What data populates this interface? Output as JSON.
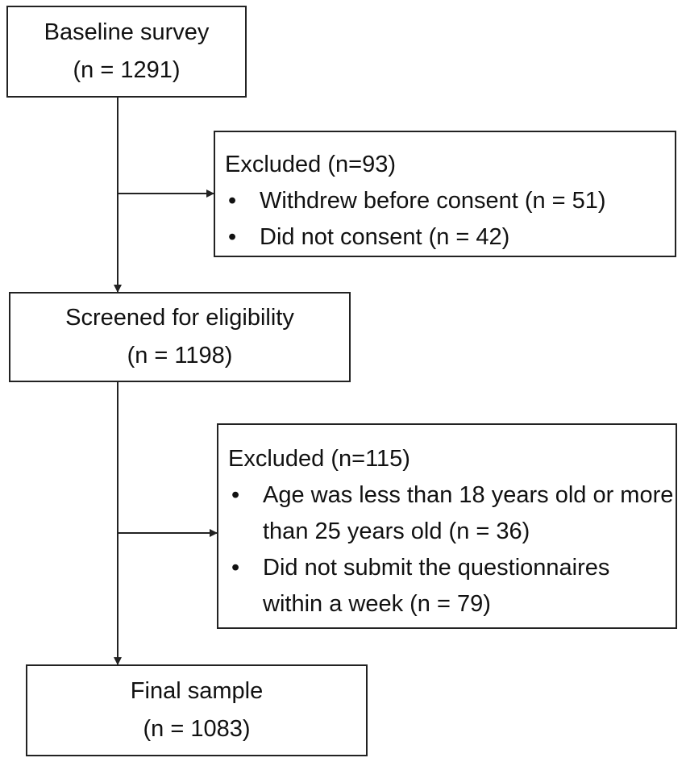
{
  "boxes": {
    "baseline": {
      "title": "Baseline survey",
      "count": "(n = 1291)"
    },
    "screened": {
      "title": "Screened for eligibility",
      "count": "(n = 1198)"
    },
    "final": {
      "title": "Final sample",
      "count": "(n = 1083)"
    }
  },
  "exclusions": [
    {
      "title": "Excluded (n=93)",
      "items": [
        "Withdrew before consent (n = 51)",
        "Did not consent (n = 42)"
      ]
    },
    {
      "title": "Excluded (n=115)",
      "items": [
        "Age was less than 18 years old or more than 25 years old (n = 36)",
        "Did not submit the questionnaires within a week  (n = 79)"
      ]
    }
  ]
}
